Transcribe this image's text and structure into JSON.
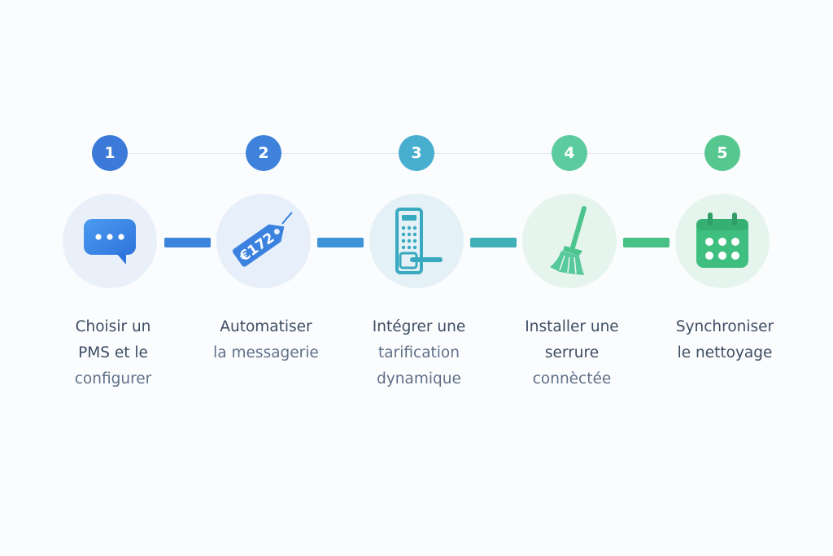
{
  "colors": {
    "step1": "#3b7ad9",
    "step2": "#3f82db",
    "step3": "#47aed0",
    "step4": "#5ccb9e",
    "step5": "#57c790"
  },
  "steps": [
    {
      "number": "1",
      "icon": "chat-bubble-icon",
      "line1": "Choisir un",
      "line2": "PMS et le",
      "line3": "configurer"
    },
    {
      "number": "2",
      "icon": "price-tag-icon",
      "tag_text": "€172",
      "line1": "Automatiser",
      "line2": "la messagerie",
      "line3": ""
    },
    {
      "number": "3",
      "icon": "smart-lock-keypad-icon",
      "line1": "Intégrer une",
      "line2": "tarification",
      "line3": "dynamique"
    },
    {
      "number": "4",
      "icon": "broom-icon",
      "line1": "Installer une",
      "line2": "serrure",
      "line3": "connèctée"
    },
    {
      "number": "5",
      "icon": "calendar-icon",
      "line1": "Synchroniser",
      "line2": "le nettoyage",
      "line3": ""
    }
  ]
}
